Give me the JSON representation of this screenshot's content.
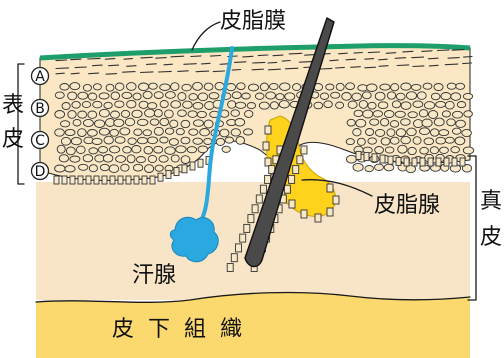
{
  "labels": {
    "sebum_film": "皮脂膜",
    "epidermis": "表皮",
    "sweat_gland": "汗腺",
    "sebaceous_gland": "皮脂腺",
    "dermis": "真皮",
    "subcutaneous": "皮下組織"
  },
  "epidermis_layers": [
    "A",
    "B",
    "C",
    "D"
  ],
  "colors": {
    "sebum_film": "#1e9e6a",
    "skin_base": "#fbe7c4",
    "dermis": "#f8e4c6",
    "subcutaneous": "#fbd96f",
    "sweat_gland": "#2aa8e0",
    "sebaceous_gland": "#ffd21c",
    "hair": "#4a4a4a",
    "stratum_corneum_lines": "#3a3a3a"
  }
}
